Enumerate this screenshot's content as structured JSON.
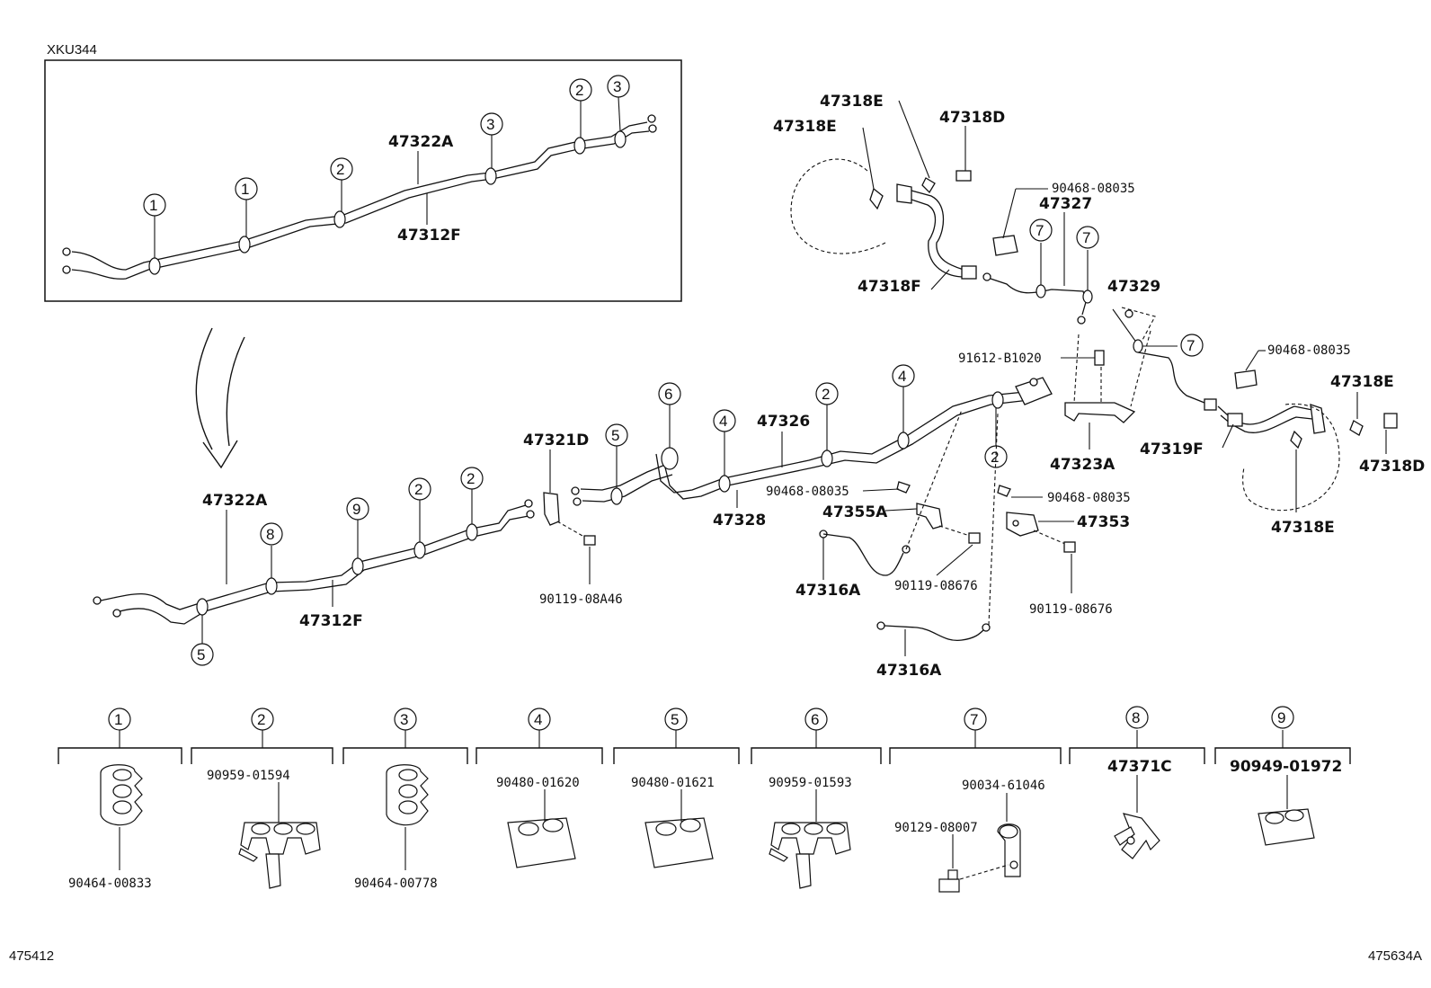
{
  "diagram": {
    "inset_code": "XKU344",
    "ref_left": "475412",
    "ref_right": "475634A",
    "labels": {
      "inset_47322A": "47322A",
      "inset_47312F": "47312F",
      "main_47322A": "47322A",
      "main_47312F": "47312F",
      "p47321D": "47321D",
      "p90119_08A46": "90119-08A46",
      "p47326": "47326",
      "p47328": "47328",
      "p90468_08035_a": "90468-08035",
      "p47355A": "47355A",
      "p47316A_a": "47316A",
      "p90119_08676_a": "90119-08676",
      "p47316A_b": "47316A",
      "p91612_B1020": "91612-B1020",
      "p90468_08035_b": "90468-08035",
      "p47353": "47353",
      "p90119_08676_b": "90119-08676",
      "p47323A": "47323A",
      "p47318E_a": "47318E",
      "p47318E_b": "47318E",
      "p47318D_a": "47318D",
      "p90468_08035_c": "90468-08035",
      "p47327": "47327",
      "p47318F": "47318F",
      "p47329": "47329",
      "p90468_08035_d": "90468-08035",
      "p47318E_c": "47318E",
      "p47318D_b": "47318D",
      "p47319F": "47319F",
      "p47318E_d": "47318E"
    },
    "legend": [
      {
        "num": "1",
        "part_top": "",
        "part_bottom": "90464-00833"
      },
      {
        "num": "2",
        "part_top": "90959-01594",
        "part_bottom": ""
      },
      {
        "num": "3",
        "part_top": "",
        "part_bottom": "90464-00778"
      },
      {
        "num": "4",
        "part_top": "90480-01620",
        "part_bottom": ""
      },
      {
        "num": "5",
        "part_top": "90480-01621",
        "part_bottom": ""
      },
      {
        "num": "6",
        "part_top": "90959-01593",
        "part_bottom": ""
      },
      {
        "num": "7",
        "part_top": "90034-61046",
        "part_bottom": "90129-08007"
      },
      {
        "num": "8",
        "part_top": "47371C",
        "part_bottom": ""
      },
      {
        "num": "9",
        "part_top": "90949-01972",
        "part_bottom": ""
      }
    ]
  }
}
